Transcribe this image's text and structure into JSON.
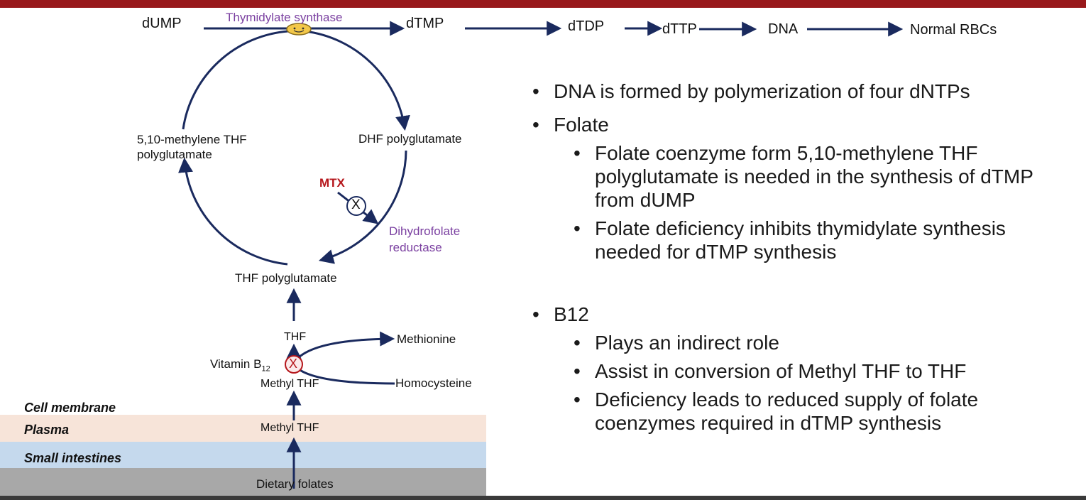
{
  "pathway": {
    "dump": "dUMP",
    "thymidylate_synthase": "Thymidylate synthase",
    "dtmp": "dTMP",
    "dtdp": "dTDP",
    "dttp": "dTTP",
    "dna": "DNA",
    "normal_rbcs": "Normal RBCs"
  },
  "cycle": {
    "methylene_thf_line1": "5,10-methylene THF",
    "methylene_thf_line2": "polyglutamate",
    "dhf_polyglutamate": "DHF polyglutamate",
    "mtx": "MTX",
    "x_mark": "X",
    "dhfr_line1": "Dihydrofolate",
    "dhfr_line2": "reductase",
    "thf_polyglutamate": "THF polyglutamate"
  },
  "b12_reaction": {
    "thf": "THF",
    "methionine": "Methionine",
    "vitamin_b12": "Vitamin B",
    "vitamin_b12_sub": "12",
    "x_mark": "X",
    "methyl_thf_cell": "Methyl THF",
    "homocysteine": "Homocysteine"
  },
  "compartments": {
    "cell_membrane": "Cell membrane",
    "plasma": "Plasma",
    "plasma_methyl_thf": "Methyl THF",
    "small_intestines": "Small intestines",
    "dietary_folates": "Dietary folates"
  },
  "colors": {
    "arrow": "#1a2a5e",
    "header_bar": "#98181b",
    "enzyme_text": "#7a3fa0",
    "inhibitor": "#b5161b",
    "enzyme_ellipse": "#f3c84a"
  },
  "bullets": {
    "b1": "DNA is formed by polymerization of four dNTPs",
    "b2": "Folate",
    "b2_1": "Folate coenzyme form 5,10-methylene THF polyglutamate is needed in the synthesis of dTMP from dUMP",
    "b2_2": "Folate deficiency inhibits thymidylate synthesis needed for dTMP synthesis",
    "b3": "B12",
    "b3_1": "Plays an indirect role",
    "b3_2": "Assist in conversion of Methyl THF to THF",
    "b3_3": "Deficiency leads to reduced supply of folate coenzymes required in dTMP synthesis"
  }
}
